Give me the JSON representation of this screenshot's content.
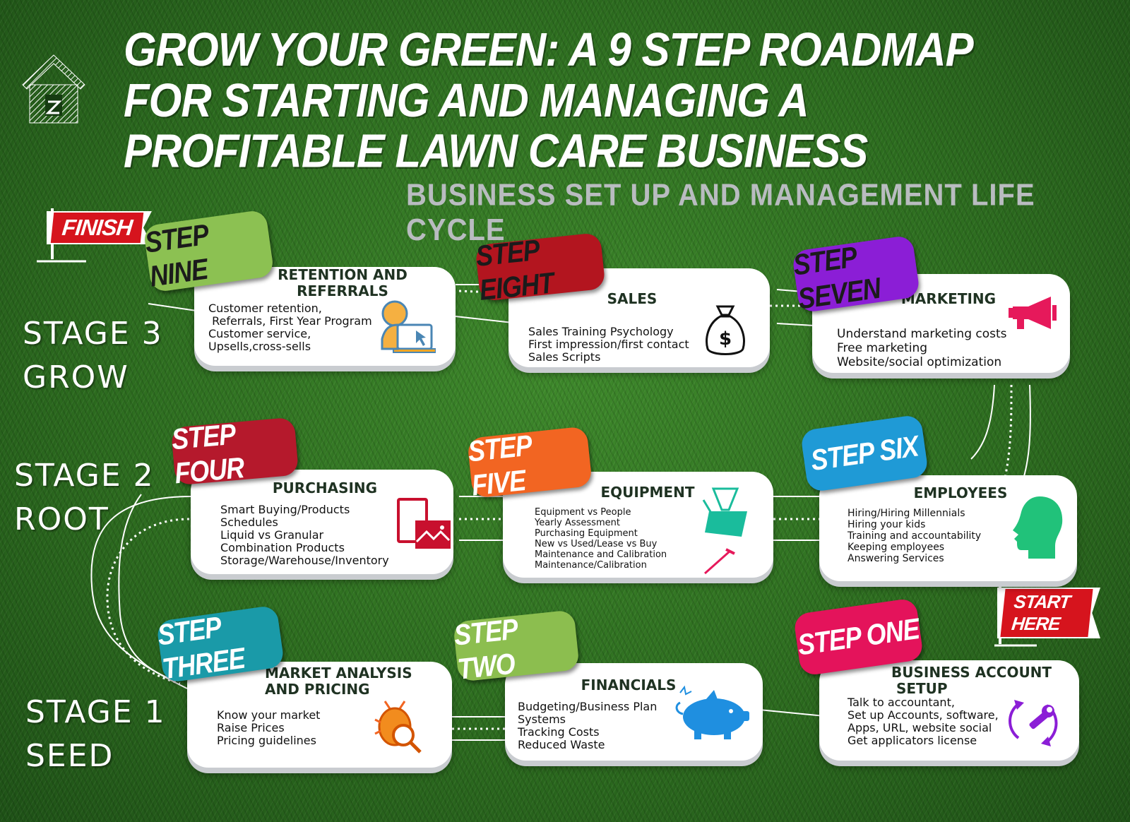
{
  "title": "Grow Your Green: A 9 Step Roadmap for Starting and Managing a Profitable Lawn Care Business",
  "subtitle": "Business Set Up and Management Life Cycle",
  "flags": {
    "finish": "FINISH",
    "start": "START HERE"
  },
  "stages": [
    {
      "line1": "STAGE 3",
      "line2": "GROW"
    },
    {
      "line1": "STAGE 2",
      "line2": "ROOT"
    },
    {
      "line1": "STAGE 1",
      "line2": "SEED"
    }
  ],
  "steps": [
    {
      "badge": "STEP ONE",
      "badge_color": "#e4135b",
      "title": "BUSINESS ACCOUNT\n SETUP",
      "icon": "tools-cycle-icon",
      "items": [
        "Talk to accountant,",
        "Set up Accounts, software,",
        "Apps, URL, website social",
        "Get applicators license"
      ]
    },
    {
      "badge": "STEP TWO",
      "badge_color": "#8cbe4f",
      "title": "FINANCIALS",
      "icon": "piggy-bank-icon",
      "items": [
        "Budgeting/Business Plan",
        "Systems",
        "Tracking Costs",
        "Reduced Waste"
      ]
    },
    {
      "badge": "STEP THREE",
      "badge_color": "#1a9aa8",
      "title": "MARKET ANALYSIS\nAND PRICING",
      "icon": "bug-magnifier-icon",
      "items": [
        "Know your market",
        "Raise Prices",
        "Pricing guidelines"
      ]
    },
    {
      "badge": "STEP FOUR",
      "badge_color": "#b5192c",
      "title": "PURCHASING",
      "icon": "product-image-icon",
      "items": [
        "Smart Buying/Products",
        "Schedules",
        "Liquid vs Granular",
        "Combination Products",
        "Storage/Warehouse/Inventory"
      ]
    },
    {
      "badge": "STEP FIVE",
      "badge_color": "#f26522",
      "title": "EQUIPMENT",
      "icon": "watering-can-icon",
      "items": [
        "Equipment vs People",
        "Yearly Assessment",
        "Purchasing Equipment",
        "New vs Used/Lease vs Buy",
        "Maintenance and Calibration",
        "Maintenance/Calibration"
      ]
    },
    {
      "badge": "STEP SIX",
      "badge_color": "#1f9ad6",
      "title": "EMPLOYEES",
      "icon": "head-profile-icon",
      "items": [
        "Hiring/Hiring Millennials",
        "Hiring your kids",
        "Training and accountability",
        "Keeping employees",
        "Answering Services"
      ]
    },
    {
      "badge": "STEP SEVEN",
      "badge_color": "#8b1ed6",
      "title": "MARKETING",
      "icon": "megaphone-icon",
      "items": [
        "Understand marketing costs",
        "Free marketing",
        "Website/social optimization"
      ]
    },
    {
      "badge": "STEP EIGHT",
      "badge_color": "#b3151f",
      "title": "SALES",
      "icon": "money-bag-icon",
      "items": [
        "Sales Training Psychology",
        "First impression/first contact",
        "Sales Scripts"
      ]
    },
    {
      "badge": "STEP NINE",
      "badge_color": "#8cc152",
      "title": "RETENTION AND\nREFERRALS",
      "icon": "customer-computer-icon",
      "items": [
        "Customer retention,",
        " Referrals, First Year Program",
        "Customer service,",
        "Upsells,cross-sells"
      ]
    }
  ]
}
